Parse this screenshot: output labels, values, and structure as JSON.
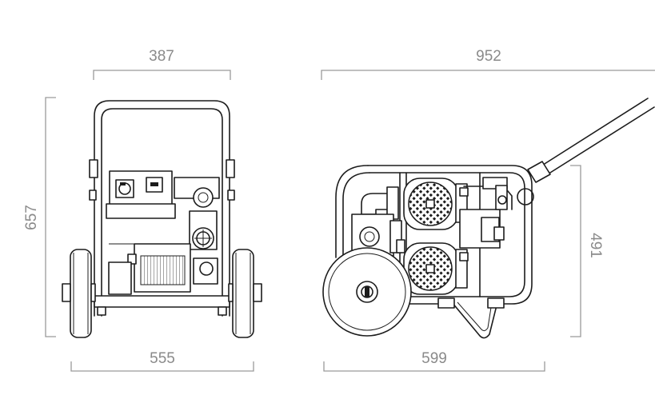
{
  "dimensions": {
    "front_width_top": "387",
    "front_height": "657",
    "front_width_bottom": "555",
    "side_length_total": "952",
    "side_height": "491",
    "side_length_bottom": "599"
  },
  "colors": {
    "line": "#1c1c1c",
    "dimension": "#9a9a9a",
    "dimension_text": "#8a8a8a",
    "background": "#ffffff"
  }
}
